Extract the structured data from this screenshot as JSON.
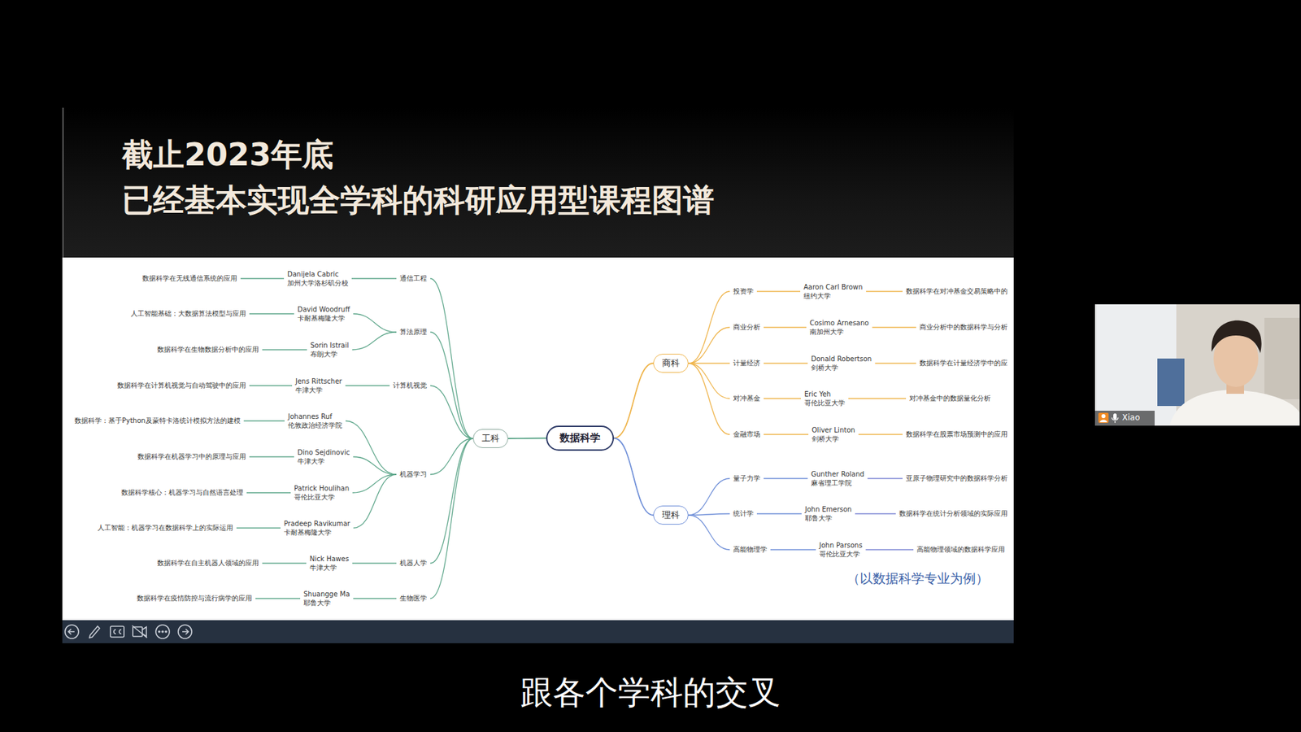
{
  "diagram": {
    "title": "截止2023年底 已经基本实现全学科的科研应用型课程图谱",
    "nodes": [
      {
        "text": [
          "数据科学"
        ]
      },
      {
        "text": [
          "工科"
        ]
      },
      {
        "text": [
          "商科"
        ]
      },
      {
        "text": [
          "理科"
        ]
      },
      {
        "text": [
          "通信工程"
        ]
      },
      {
        "text": [
          "算法原理"
        ]
      },
      {
        "text": [
          "计算机视觉"
        ]
      },
      {
        "text": [
          "机器学习"
        ]
      },
      {
        "text": [
          "机器人学"
        ]
      },
      {
        "text": [
          "生物医学"
        ]
      },
      {
        "text": [
          "Danijela Cabric",
          "加州大学洛杉矶分校"
        ]
      },
      {
        "text": [
          "David Woodruff",
          "卡耐基梅隆大学"
        ]
      },
      {
        "text": [
          "Sorin Istrail",
          "布朗大学"
        ]
      },
      {
        "text": [
          "Jens Rittscher",
          "牛津大学"
        ]
      },
      {
        "text": [
          "Johannes Ruf",
          "伦敦政治经济学院"
        ]
      },
      {
        "text": [
          "Dino Sejdinovic",
          "牛津大学"
        ]
      },
      {
        "text": [
          "Patrick Houlihan",
          "哥伦比亚大学"
        ]
      },
      {
        "text": [
          "Pradeep Ravikumar",
          "卡耐基梅隆大学"
        ]
      },
      {
        "text": [
          "Nick Hawes",
          "牛津大学"
        ]
      },
      {
        "text": [
          "Shuangge Ma",
          "耶鲁大学"
        ]
      },
      {
        "text": [
          "数据科学在无线通信系统的应用"
        ]
      },
      {
        "text": [
          "人工智能基础：大数据算法模型与应用"
        ]
      },
      {
        "text": [
          "数据科学在生物数据分析中的应用"
        ]
      },
      {
        "text": [
          "数据科学在计算机视觉与自动驾驶中的应用"
        ]
      },
      {
        "text": [
          "数据科学：基于Python及蒙特卡洛统计模拟方法的建模"
        ]
      },
      {
        "text": [
          "数据科学在机器学习中的原理与应用"
        ]
      },
      {
        "text": [
          "数据科学核心：机器学习与自然语言处理"
        ]
      },
      {
        "text": [
          "人工智能：机器学习在数据科学上的实际运用"
        ]
      },
      {
        "text": [
          "数据科学在自主机器人领域的应用"
        ]
      },
      {
        "text": [
          "数据科学在疫情防控与流行病学的应用"
        ]
      },
      {
        "text": [
          "投资学"
        ]
      },
      {
        "text": [
          "商业分析"
        ]
      },
      {
        "text": [
          "计量经济"
        ]
      },
      {
        "text": [
          "对冲基金"
        ]
      },
      {
        "text": [
          "金融市场"
        ]
      },
      {
        "text": [
          "量子力学"
        ]
      },
      {
        "text": [
          "统计学"
        ]
      },
      {
        "text": [
          "高能物理学"
        ]
      },
      {
        "text": [
          "Aaron Carl Brown",
          "纽约大学"
        ]
      },
      {
        "text": [
          "Cosimo Arnesano",
          "南加州大学"
        ]
      },
      {
        "text": [
          "Donald Robertson",
          "剑桥大学"
        ]
      },
      {
        "text": [
          "Eric Yeh",
          "哥伦比亚大学"
        ]
      },
      {
        "text": [
          "Oliver Linton",
          "剑桥大学"
        ]
      },
      {
        "text": [
          "Gunther Roland",
          "麻省理工学院"
        ]
      },
      {
        "text": [
          "John Emerson",
          "耶鲁大学"
        ]
      },
      {
        "text": [
          "John Parsons",
          "哥伦比亚大学"
        ]
      },
      {
        "text": [
          "数据科学在对冲基金交易策略中的"
        ]
      },
      {
        "text": [
          "商业分析中的数据科学与分析"
        ]
      },
      {
        "text": [
          "数据科学在计量经济学中的应"
        ]
      },
      {
        "text": [
          "对冲基金中的数据量化分析"
        ]
      },
      {
        "text": [
          "数据科学在股票市场预测中的应用"
        ]
      },
      {
        "text": [
          "亚原子物理研究中的数据科学分析"
        ]
      },
      {
        "text": [
          "数据科学在统计分析领域的实际应用"
        ]
      },
      {
        "text": [
          "高能物理领域的数据科学应用"
        ]
      }
    ],
    "edges": [
      {
        "from": 0,
        "to": 1,
        "arrow": "none"
      },
      {
        "from": 0,
        "to": 2,
        "arrow": "none"
      },
      {
        "from": 0,
        "to": 3,
        "arrow": "none"
      },
      {
        "from": 1,
        "to": 4,
        "arrow": "none"
      },
      {
        "from": 1,
        "to": 5,
        "arrow": "none"
      },
      {
        "from": 1,
        "to": 6,
        "arrow": "none"
      },
      {
        "from": 1,
        "to": 7,
        "arrow": "none"
      },
      {
        "from": 1,
        "to": 8,
        "arrow": "none"
      },
      {
        "from": 1,
        "to": 9,
        "arrow": "none"
      },
      {
        "from": 4,
        "to": 10,
        "arrow": "none"
      },
      {
        "from": 5,
        "to": 11,
        "arrow": "none"
      },
      {
        "from": 5,
        "to": 12,
        "arrow": "none"
      },
      {
        "from": 6,
        "to": 13,
        "arrow": "none"
      },
      {
        "from": 7,
        "to": 14,
        "arrow": "none"
      },
      {
        "from": 7,
        "to": 15,
        "arrow": "none"
      },
      {
        "from": 7,
        "to": 16,
        "arrow": "none"
      },
      {
        "from": 7,
        "to": 17,
        "arrow": "none"
      },
      {
        "from": 8,
        "to": 18,
        "arrow": "none"
      },
      {
        "from": 9,
        "to": 19,
        "arrow": "none"
      },
      {
        "from": 10,
        "to": 20,
        "arrow": "none"
      },
      {
        "from": 11,
        "to": 21,
        "arrow": "none"
      },
      {
        "from": 12,
        "to": 22,
        "arrow": "none"
      },
      {
        "from": 13,
        "to": 23,
        "arrow": "none"
      },
      {
        "from": 14,
        "to": 24,
        "arrow": "none"
      },
      {
        "from": 15,
        "to": 25,
        "arrow": "none"
      },
      {
        "from": 16,
        "to": 26,
        "arrow": "none"
      },
      {
        "from": 17,
        "to": 27,
        "arrow": "none"
      },
      {
        "from": 18,
        "to": 28,
        "arrow": "none"
      },
      {
        "from": 19,
        "to": 29,
        "arrow": "none"
      },
      {
        "from": 2,
        "to": 30,
        "arrow": "none"
      },
      {
        "from": 2,
        "to": 31,
        "arrow": "none"
      },
      {
        "from": 2,
        "to": 32,
        "arrow": "none"
      },
      {
        "from": 2,
        "to": 33,
        "arrow": "none"
      },
      {
        "from": 2,
        "to": 34,
        "arrow": "none"
      },
      {
        "from": 3,
        "to": 35,
        "arrow": "none"
      },
      {
        "from": 3,
        "to": 36,
        "arrow": "none"
      },
      {
        "from": 3,
        "to": 37,
        "arrow": "none"
      },
      {
        "from": 30,
        "to": 38,
        "arrow": "none"
      },
      {
        "from": 31,
        "to": 39,
        "arrow": "none"
      },
      {
        "from": 32,
        "to": 40,
        "arrow": "none"
      },
      {
        "from": 33,
        "to": 41,
        "arrow": "none"
      },
      {
        "from": 34,
        "to": 42,
        "arrow": "none"
      },
      {
        "from": 35,
        "to": 43,
        "arrow": "none"
      },
      {
        "from": 36,
        "to": 44,
        "arrow": "none"
      },
      {
        "from": 37,
        "to": 45,
        "arrow": "none"
      },
      {
        "from": 38,
        "to": 46,
        "arrow": "none"
      },
      {
        "from": 39,
        "to": 47,
        "arrow": "none"
      },
      {
        "from": 40,
        "to": 48,
        "arrow": "none"
      },
      {
        "from": 41,
        "to": 49,
        "arrow": "none"
      },
      {
        "from": 42,
        "to": 50,
        "arrow": "none"
      },
      {
        "from": 43,
        "to": 51,
        "arrow": "none"
      },
      {
        "from": 44,
        "to": 52,
        "arrow": "none"
      },
      {
        "from": 45,
        "to": 53,
        "arrow": "none"
      }
    ],
    "labels": [
      "（以数据科学专业为例）",
      "跟各个学科的交叉",
      "Xiao"
    ]
  }
}
